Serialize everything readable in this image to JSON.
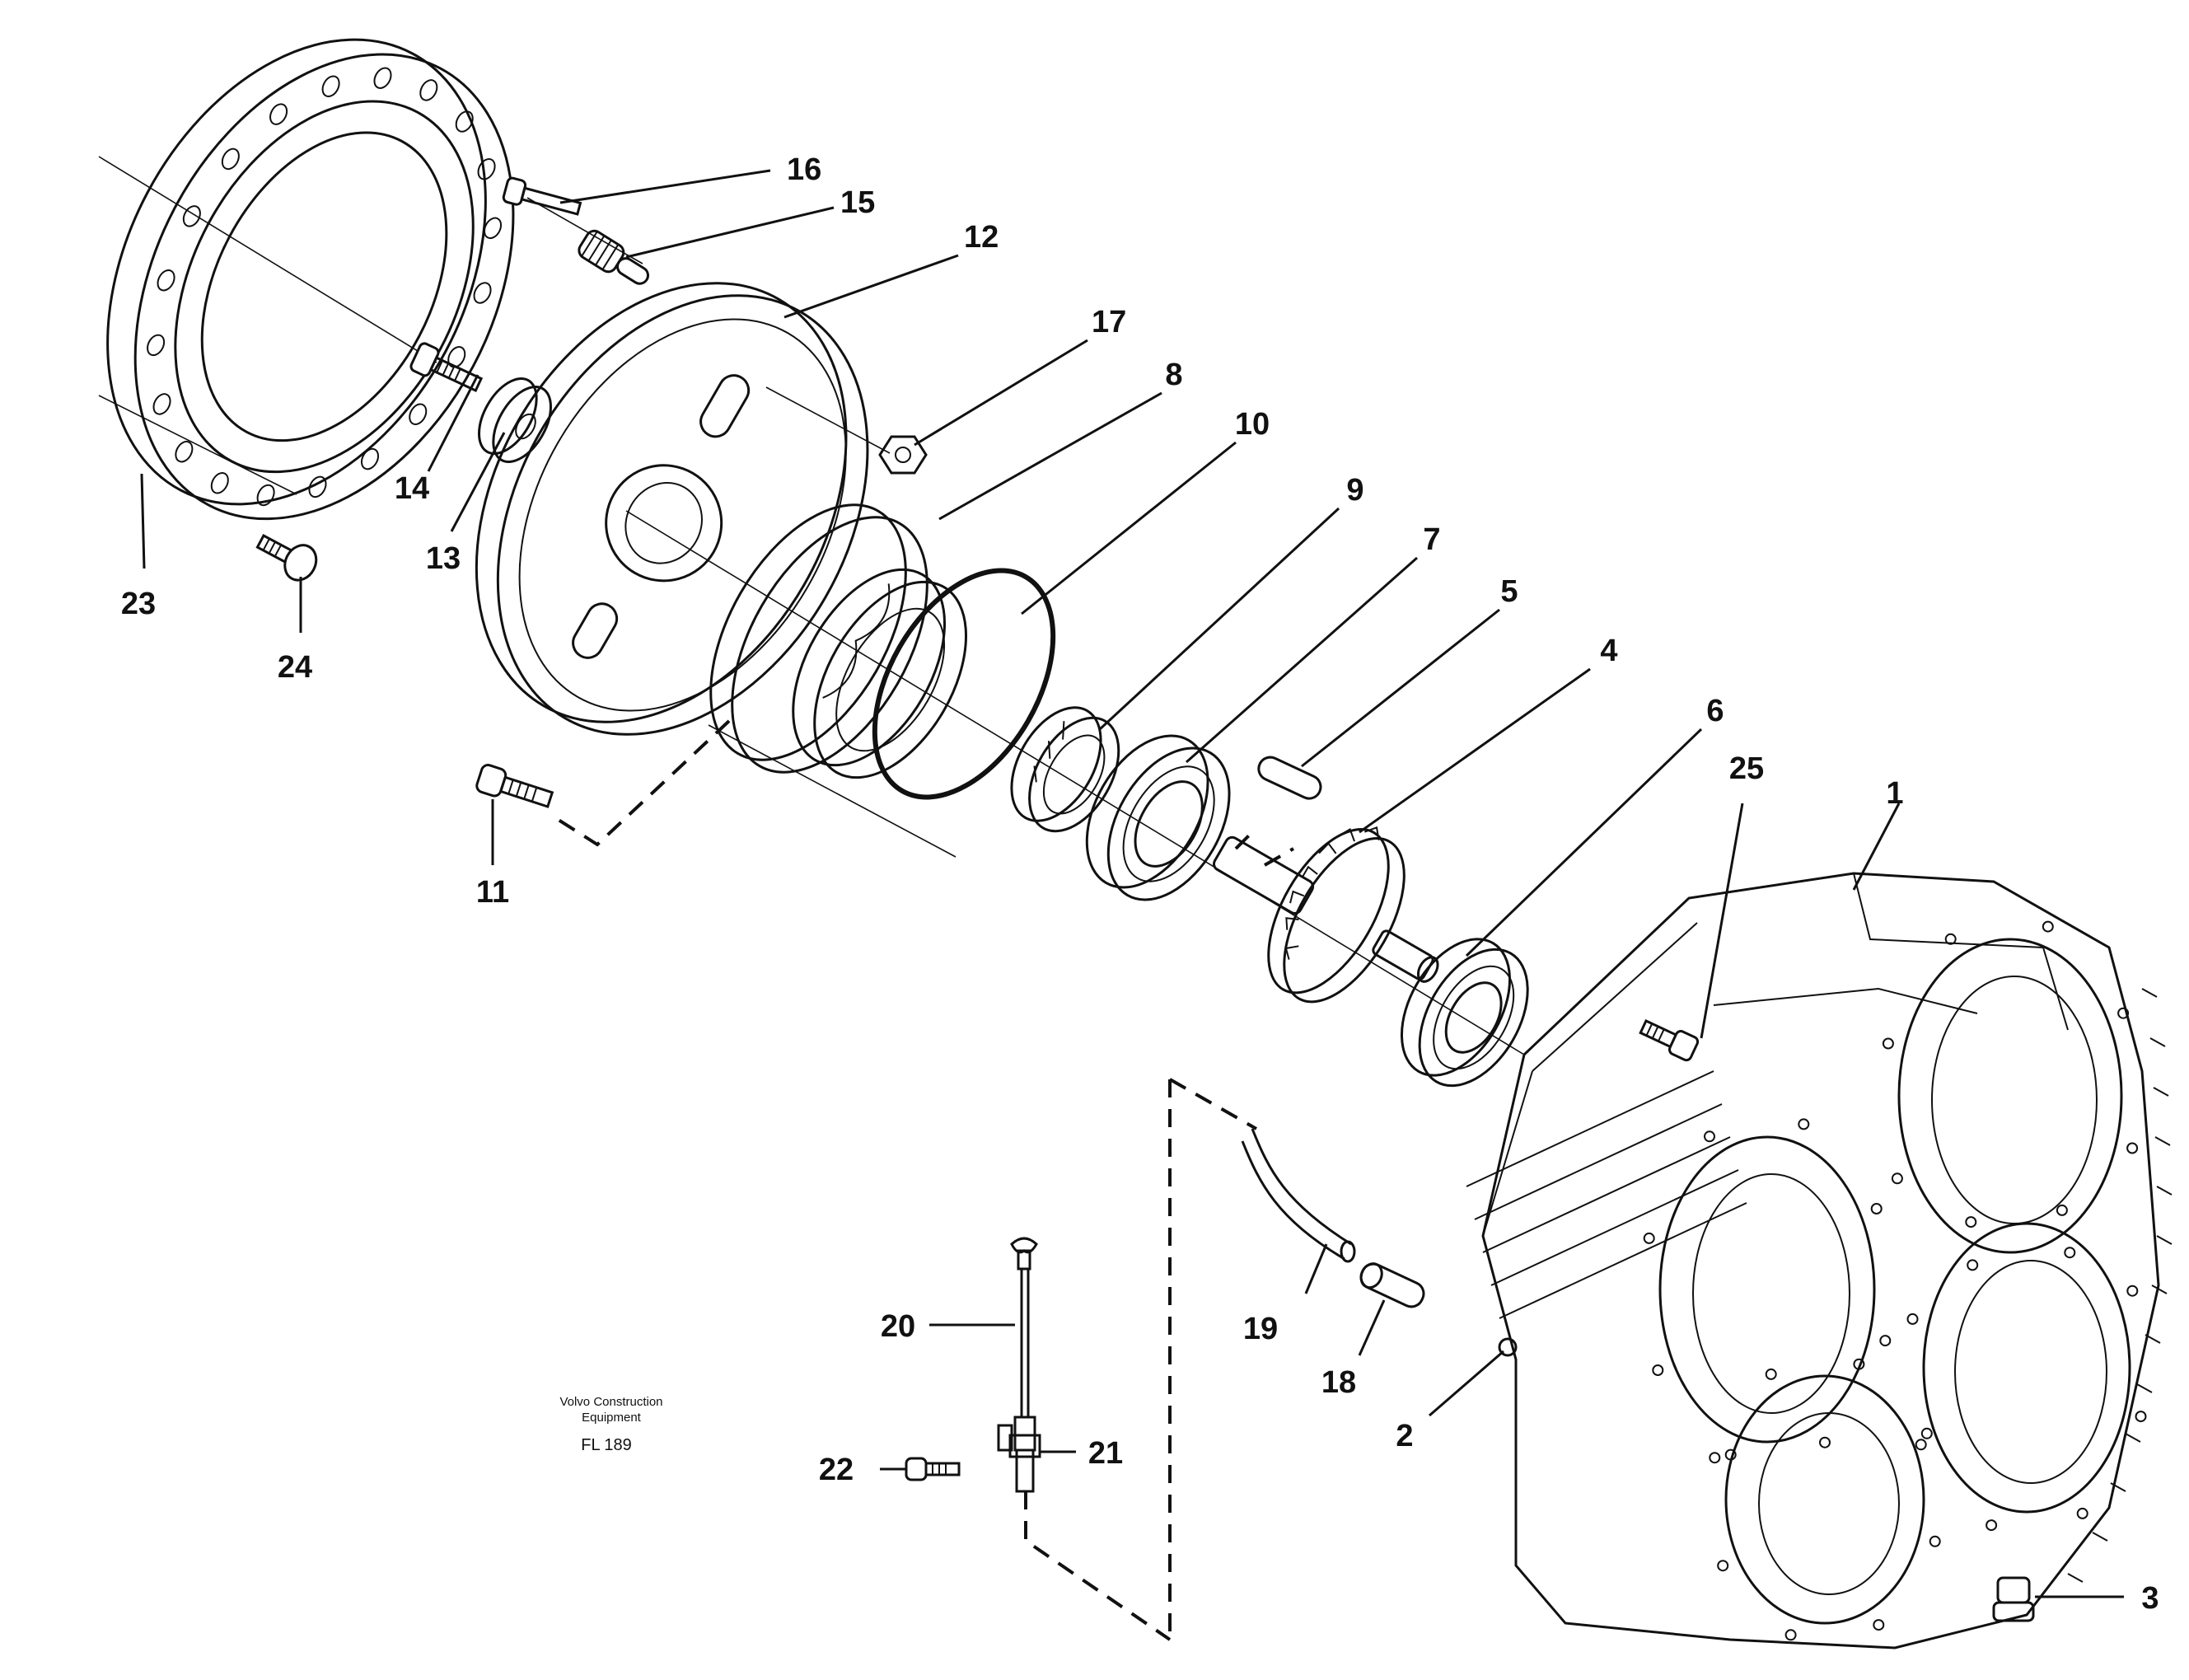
{
  "diagram": {
    "callouts": [
      "1",
      "2",
      "3",
      "4",
      "5",
      "6",
      "7",
      "8",
      "9",
      "10",
      "11",
      "12",
      "13",
      "14",
      "15",
      "16",
      "17",
      "18",
      "19",
      "20",
      "21",
      "22",
      "23",
      "24",
      "25"
    ],
    "caption": {
      "company_line1": "Volvo Construction",
      "company_line2": "Equipment",
      "figure_id": "FL 189"
    },
    "ink_color": "#111111",
    "background_color": "#ffffff"
  }
}
